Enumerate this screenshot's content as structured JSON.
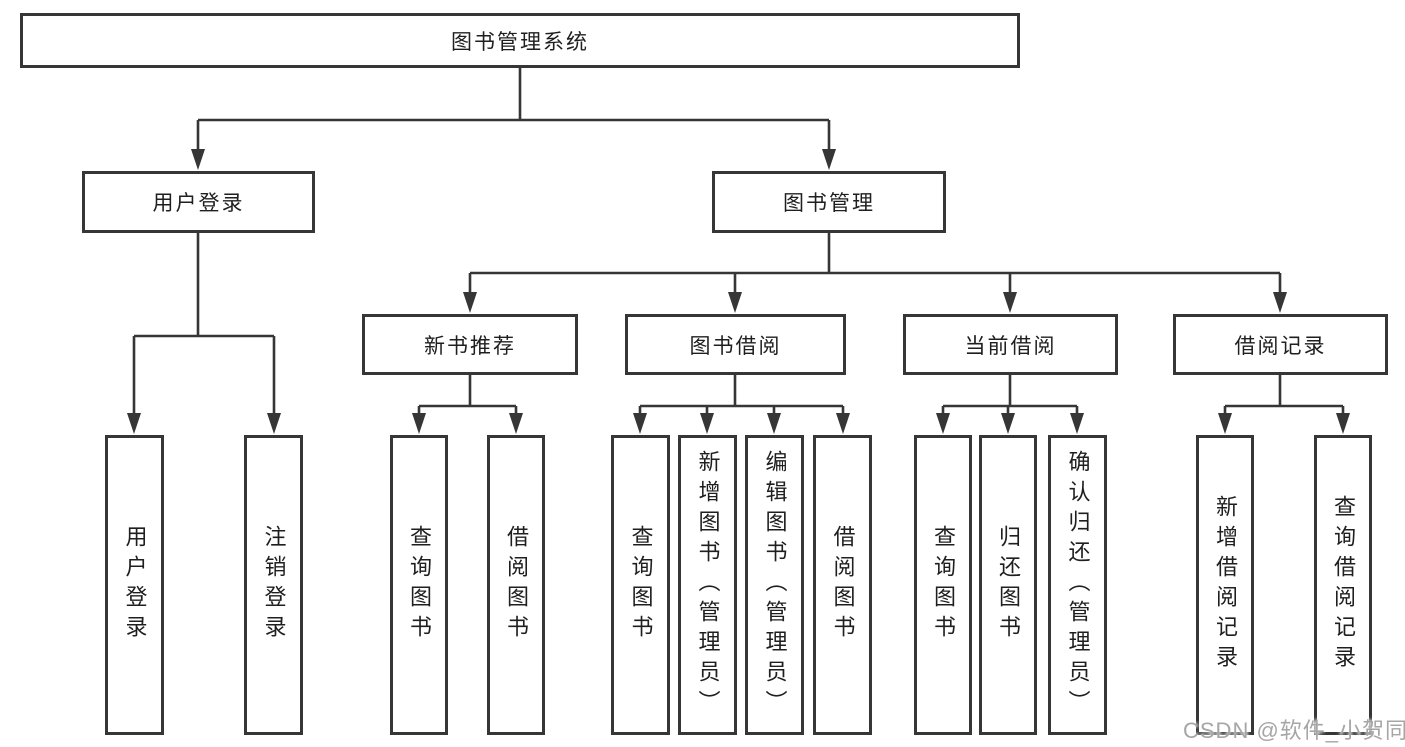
{
  "diagram": {
    "type": "hierarchy-tree",
    "line_color": "#363636",
    "text_color": "#1f1f1f",
    "background_color": "#ffffff"
  },
  "nodes": [
    {
      "id": "root",
      "label": "图书管理系统",
      "level": 1,
      "parent": null
    },
    {
      "id": "user-login",
      "label": "用户登录",
      "level": 2,
      "parent": "图书管理系统"
    },
    {
      "id": "book-management",
      "label": "图书管理",
      "level": 2,
      "parent": "图书管理系统"
    },
    {
      "id": "new-book-recommendation",
      "label": "新书推荐",
      "level": 3,
      "parent": "图书管理"
    },
    {
      "id": "book-borrowing",
      "label": "图书借阅",
      "level": 3,
      "parent": "图书管理"
    },
    {
      "id": "current-borrowing",
      "label": "当前借阅",
      "level": 3,
      "parent": "图书管理"
    },
    {
      "id": "borrowing-records",
      "label": "借阅记录",
      "level": 3,
      "parent": "图书管理"
    },
    {
      "id": "leaf-user-login",
      "label": "用户登录",
      "level": 4,
      "parent": "用户登录"
    },
    {
      "id": "leaf-logout",
      "label": "注销登录",
      "level": 4,
      "parent": "用户登录"
    },
    {
      "id": "leaf-query-books-recommend",
      "label": "查询图书",
      "level": 4,
      "parent": "新书推荐"
    },
    {
      "id": "leaf-borrow-books-recommend",
      "label": "借阅图书",
      "level": 4,
      "parent": "新书推荐"
    },
    {
      "id": "leaf-query-books-borrow",
      "label": "查询图书",
      "level": 4,
      "parent": "图书借阅"
    },
    {
      "id": "leaf-add-books-admin",
      "label": "新增图书（管理员）",
      "level": 4,
      "parent": "图书借阅"
    },
    {
      "id": "leaf-edit-books-admin",
      "label": "编辑图书（管理员）",
      "level": 4,
      "parent": "图书借阅"
    },
    {
      "id": "leaf-borrow-books-borrow",
      "label": "借阅图书",
      "level": 4,
      "parent": "图书借阅"
    },
    {
      "id": "leaf-query-books-current",
      "label": "查询图书",
      "level": 4,
      "parent": "当前借阅"
    },
    {
      "id": "leaf-return-books",
      "label": "归还图书",
      "level": 4,
      "parent": "当前借阅"
    },
    {
      "id": "leaf-confirm-return-admin",
      "label": "确认归还（管理员）",
      "level": 4,
      "parent": "当前借阅"
    },
    {
      "id": "leaf-add-borrow-record",
      "label": "新增借阅记录",
      "level": 4,
      "parent": "借阅记录"
    },
    {
      "id": "leaf-query-borrow-record",
      "label": "查询借阅记录",
      "level": 4,
      "parent": "借阅记录"
    }
  ],
  "watermark": {
    "text": "CSDN @软件_小贺同学",
    "color": "#a6a6a6"
  }
}
